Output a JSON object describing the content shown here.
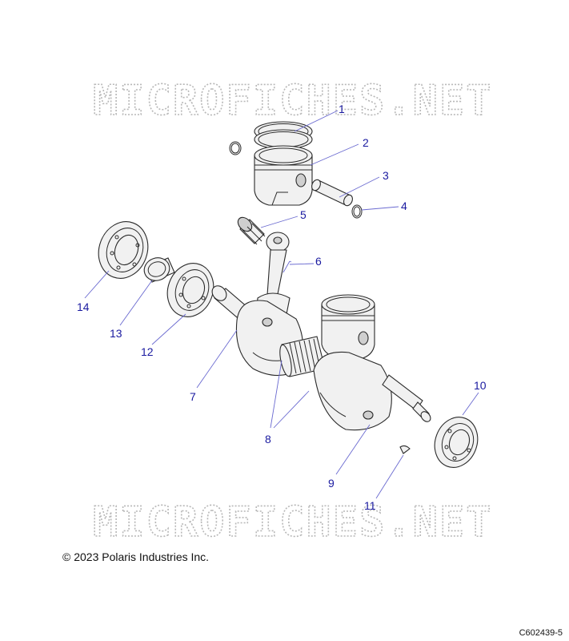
{
  "watermark": "MICROFICHES.NET",
  "copyright": "© 2023 Polaris Industries Inc.",
  "diagram_code": "C602439-5",
  "callouts": [
    "1",
    "2",
    "3",
    "4",
    "5",
    "6",
    "7",
    "8",
    "9",
    "10",
    "11",
    "12",
    "13",
    "14"
  ]
}
